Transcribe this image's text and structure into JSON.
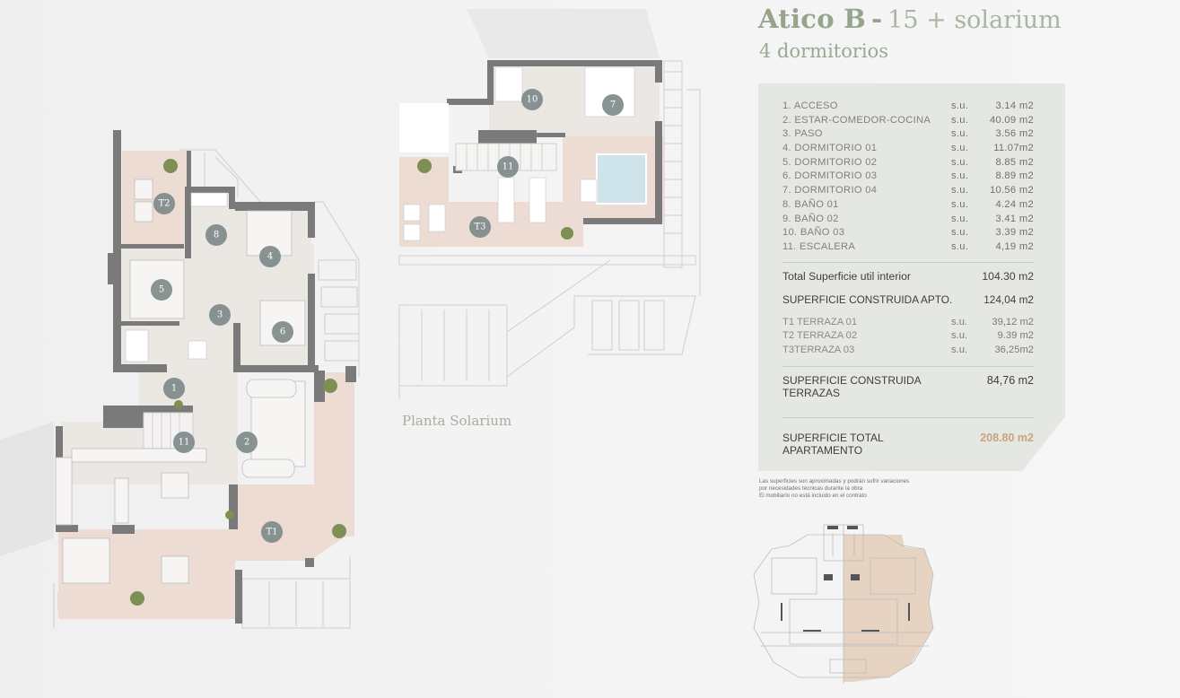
{
  "header": {
    "title_main": "Atico B",
    "title_separator": "-",
    "title_sub": "15 + solarium",
    "subtitle": "4 dormitorios"
  },
  "areas": {
    "rooms": [
      {
        "label": "1. ACCESO",
        "prefix": "s.u.",
        "value": "3.14 m2"
      },
      {
        "label": "2. ESTAR-COMEDOR-COCINA",
        "prefix": "s.u.",
        "value": "40.09 m2"
      },
      {
        "label": "3. PASO",
        "prefix": "s.u.",
        "value": "3.56 m2"
      },
      {
        "label": "4. DORMITORIO 01",
        "prefix": "s.u.",
        "value": "11.07m2"
      },
      {
        "label": "5. DORMITORIO 02",
        "prefix": "s.u.",
        "value": "8.85 m2"
      },
      {
        "label": "6. DORMITORIO 03",
        "prefix": "s.u.",
        "value": "8.89 m2"
      },
      {
        "label": "7. DORMITORIO 04",
        "prefix": "s.u.",
        "value": "10.56 m2"
      },
      {
        "label": "8. BAÑO 01",
        "prefix": "s.u.",
        "value": "4.24 m2"
      },
      {
        "label": "9. BAÑO 02",
        "prefix": "s.u.",
        "value": "3.41 m2"
      },
      {
        "label": "10. BAÑO 03",
        "prefix": "s.u.",
        "value": "3.39 m2"
      },
      {
        "label": "11. ESCALERA",
        "prefix": "s.u.",
        "value": "4,19 m2"
      }
    ],
    "total_interior": {
      "label": "Total Superficie util interior",
      "value": "104.30 m2"
    },
    "built_apartment": {
      "label": "SUPERFICIE CONSTRUIDA APTO.",
      "value": "124,04 m2"
    },
    "terraces": [
      {
        "label": "T1 TERRAZA 01",
        "prefix": "s.u.",
        "value": "39,12 m2"
      },
      {
        "label": "T2 TERRAZA 02",
        "prefix": "s.u.",
        "value": "9.39 m2"
      },
      {
        "label": "T3TERRAZA 03",
        "prefix": "s.u.",
        "value": "36,25m2"
      }
    ],
    "built_terraces": {
      "label": "SUPERFICIE CONSTRUIDA TERRAZAS",
      "value": "84,76 m2"
    },
    "total_apartment": {
      "label": "SUPERFICIE TOTAL APARTAMENTO",
      "value": "208.80 m2"
    }
  },
  "disclaimer": {
    "line1": "Las superficies son aproximadas y podrán sufrir variaciones",
    "line2": "por necesidades técnicas durante la obra",
    "line3": "El mobiliario no está incluido en el contrato"
  },
  "plans": {
    "main_floor": {
      "markers": [
        "T2",
        "8",
        "4",
        "5",
        "3",
        "6",
        "1",
        "11",
        "2",
        "T1"
      ]
    },
    "solarium": {
      "label": "Planta Solarium",
      "markers": [
        "10",
        "7",
        "11",
        "T3"
      ]
    },
    "key_plan": {
      "highlight_color": "#d9bfa6"
    }
  },
  "colors": {
    "title_green": "#95a48b",
    "panel_bg": "#e5e8e2",
    "accent_total": "#c9a27f",
    "wall": "#7a7a7a",
    "floor_interior": "#ebe7e3",
    "floor_terrace": "#ecdcd3",
    "marker": "#7e8a8a",
    "pool": "#cfe3ea"
  }
}
